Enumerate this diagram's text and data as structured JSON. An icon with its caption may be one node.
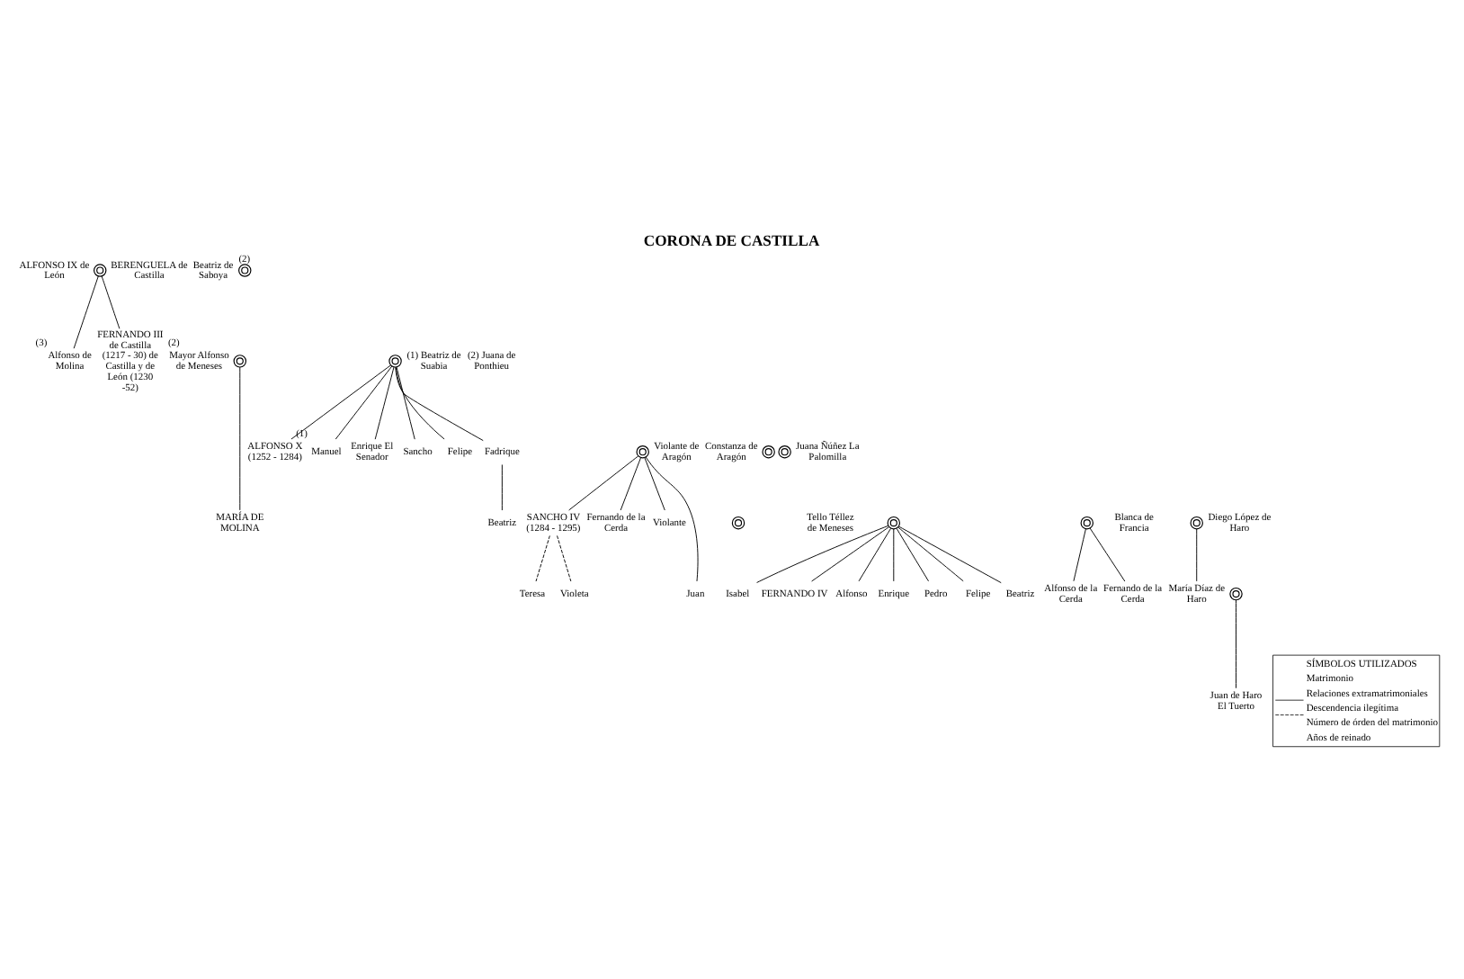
{
  "diagram": {
    "title": "CORONA DE CASTILLA",
    "nodes": [
      {
        "text": [
          "ALFONSO IX de León"
        ]
      },
      {
        "text": [],
        "shape": "circle"
      },
      {
        "text": [
          "BERENGUELA de Castilla"
        ]
      },
      {
        "text": [
          "Mayor Alfonso de Meneses"
        ],
        "beside": [
          "(2)"
        ]
      },
      {
        "text": [],
        "shape": "circle"
      },
      {
        "text": [
          "Alfonso de Molina"
        ],
        "beside": [
          "(3)"
        ]
      },
      {
        "text": [
          "FERNANDO III de Castilla (1217 - 30) de Castilla y de León (1230 -52)"
        ]
      },
      {
        "text": [],
        "shape": "circle"
      },
      {
        "text": [
          "(1) Beatriz de Suabia"
        ]
      },
      {
        "text": [
          "(2) Juana de Ponthieu"
        ]
      },
      {
        "text": [
          "ALFONSO X (1252 - 1284)"
        ]
      },
      {
        "text": [],
        "shape": "circle"
      },
      {
        "text": [
          "Violante de Aragón"
        ]
      },
      {
        "text": [
          "Constanza de Aragón"
        ]
      },
      {
        "text": [],
        "shape": "circle"
      },
      {
        "text": [
          "Manuel"
        ],
        "beside": [
          "(1)"
        ]
      },
      {
        "text": [
          "Beatriz de Saboya"
        ]
      },
      {
        "text": [],
        "shape": "circle",
        "beside": [
          "(2)"
        ]
      },
      {
        "text": [
          "Enrique El Senador"
        ]
      },
      {
        "text": [],
        "shape": "circle"
      },
      {
        "text": [
          "Juana Ñúñez La Palomilla"
        ]
      },
      {
        "text": [
          "Sancho"
        ]
      },
      {
        "text": [
          "Felipe"
        ]
      },
      {
        "text": [
          "Fadrique"
        ]
      },
      {
        "text": [
          "Beatriz"
        ]
      },
      {
        "text": [],
        "shape": "circle"
      },
      {
        "text": [
          "Tello Téllez de Meneses"
        ]
      },
      {
        "text": [
          "MARÍA DE MOLINA"
        ]
      },
      {
        "text": [],
        "shape": "circle"
      },
      {
        "text": [
          "SANCHO IV (1284 - 1295)"
        ]
      },
      {
        "text": [
          "Teresa"
        ]
      },
      {
        "text": [
          "Violeta"
        ]
      },
      {
        "text": [
          "Fernando de la Cerda"
        ]
      },
      {
        "text": [],
        "shape": "circle"
      },
      {
        "text": [
          "Blanca de Francia"
        ]
      },
      {
        "text": [
          "Violante"
        ]
      },
      {
        "text": [],
        "shape": "circle"
      },
      {
        "text": [
          "Diego López de Haro"
        ]
      },
      {
        "text": [
          "Juan"
        ]
      },
      {
        "text": [
          "María Díaz de Haro"
        ]
      },
      {
        "text": [],
        "shape": "circle"
      },
      {
        "text": [
          "Alfonso de la Cerda"
        ]
      },
      {
        "text": [
          "Fernando de la Cerda"
        ]
      },
      {
        "text": [
          "Juan de Haro El Tuerto"
        ]
      },
      {
        "text": [
          "Isabel"
        ]
      },
      {
        "text": [
          "FERNANDO IV"
        ]
      },
      {
        "text": [
          "Alfonso"
        ]
      },
      {
        "text": [
          "Enrique"
        ]
      },
      {
        "text": [
          "Pedro"
        ]
      },
      {
        "text": [
          "Felipe"
        ]
      },
      {
        "text": [
          "Beatriz"
        ]
      }
    ],
    "edges": [
      {
        "from": 1,
        "to": 5,
        "arrow": "none"
      },
      {
        "from": 1,
        "to": 6,
        "arrow": "none"
      },
      {
        "from": 4,
        "to": 27,
        "arrow": "none"
      },
      {
        "from": 7,
        "to": 10,
        "arrow": "none"
      },
      {
        "from": 7,
        "to": 15,
        "arrow": "none"
      },
      {
        "from": 7,
        "to": 18,
        "arrow": "none"
      },
      {
        "from": 7,
        "to": 21,
        "arrow": "none"
      },
      {
        "from": 7,
        "to": 22,
        "arrow": "none"
      },
      {
        "from": 7,
        "to": 23,
        "arrow": "none"
      },
      {
        "from": 23,
        "to": 24,
        "arrow": "none"
      },
      {
        "from": 11,
        "to": 29,
        "arrow": "none"
      },
      {
        "from": 11,
        "to": 32,
        "arrow": "none"
      },
      {
        "from": 11,
        "to": 35,
        "arrow": "none"
      },
      {
        "from": 11,
        "to": 38,
        "arrow": "none"
      },
      {
        "from": 29,
        "to": 30,
        "arrow": "none",
        "style": "dashed"
      },
      {
        "from": 29,
        "to": 31,
        "arrow": "none",
        "style": "dashed"
      },
      {
        "from": 33,
        "to": 41,
        "arrow": "none"
      },
      {
        "from": 33,
        "to": 42,
        "arrow": "none"
      },
      {
        "from": 36,
        "to": 39,
        "arrow": "none"
      },
      {
        "from": 40,
        "to": 43,
        "arrow": "none"
      },
      {
        "from": 28,
        "to": 44,
        "arrow": "none"
      },
      {
        "from": 28,
        "to": 45,
        "arrow": "none"
      },
      {
        "from": 28,
        "to": 46,
        "arrow": "none"
      },
      {
        "from": 28,
        "to": 47,
        "arrow": "none"
      },
      {
        "from": 28,
        "to": 48,
        "arrow": "none"
      },
      {
        "from": 28,
        "to": 49,
        "arrow": "none"
      },
      {
        "from": 28,
        "to": 50,
        "arrow": "none"
      }
    ],
    "labels": [
      "SÍMBOLOS UTILIZADOS"
    ],
    "legend": [
      {
        "text": "Matrimonio"
      },
      {
        "text": "Relaciones extramatrimoniales"
      },
      {
        "text": "Descendencia ilegítima"
      },
      {
        "text": "Número de órden del matrimonio"
      },
      {
        "text": "Años de reinado"
      }
    ]
  }
}
